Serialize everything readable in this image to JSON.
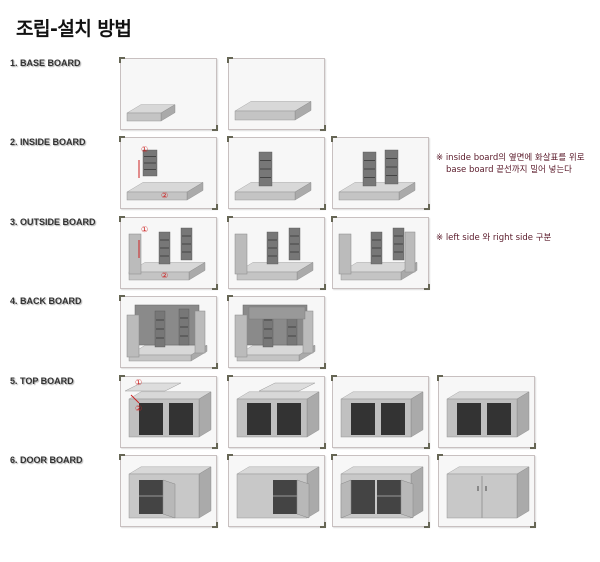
{
  "title": "조립-설치 방법",
  "steps": [
    {
      "label": "1. BASE BOARD",
      "frames": [
        "base-single",
        "base-double"
      ]
    },
    {
      "label": "2. INSIDE BOARD",
      "frames": [
        "inside-insert",
        "inside-one",
        "inside-two"
      ],
      "note": [
        "※ inside board의 옆면에 화살표를 위로",
        "base board 끝선까지 밀어 넣는다"
      ]
    },
    {
      "label": "3. OUTSIDE BOARD",
      "frames": [
        "outside-insert",
        "outside-one",
        "outside-two"
      ],
      "note": [
        "※ left side 와 right side 구분"
      ]
    },
    {
      "label": "4. BACK BOARD",
      "frames": [
        "back-one",
        "back-two"
      ]
    },
    {
      "label": "5. TOP BOARD",
      "frames": [
        "top-insert",
        "top-one",
        "top-two",
        "top-done"
      ]
    },
    {
      "label": "6. DOOR BOARD",
      "frames": [
        "door-one",
        "door-two",
        "door-three",
        "door-done"
      ]
    }
  ],
  "markers": {
    "one": "①",
    "two": "②"
  },
  "colors": {
    "note": "#5a1a2a",
    "marker": "#cc2222"
  }
}
